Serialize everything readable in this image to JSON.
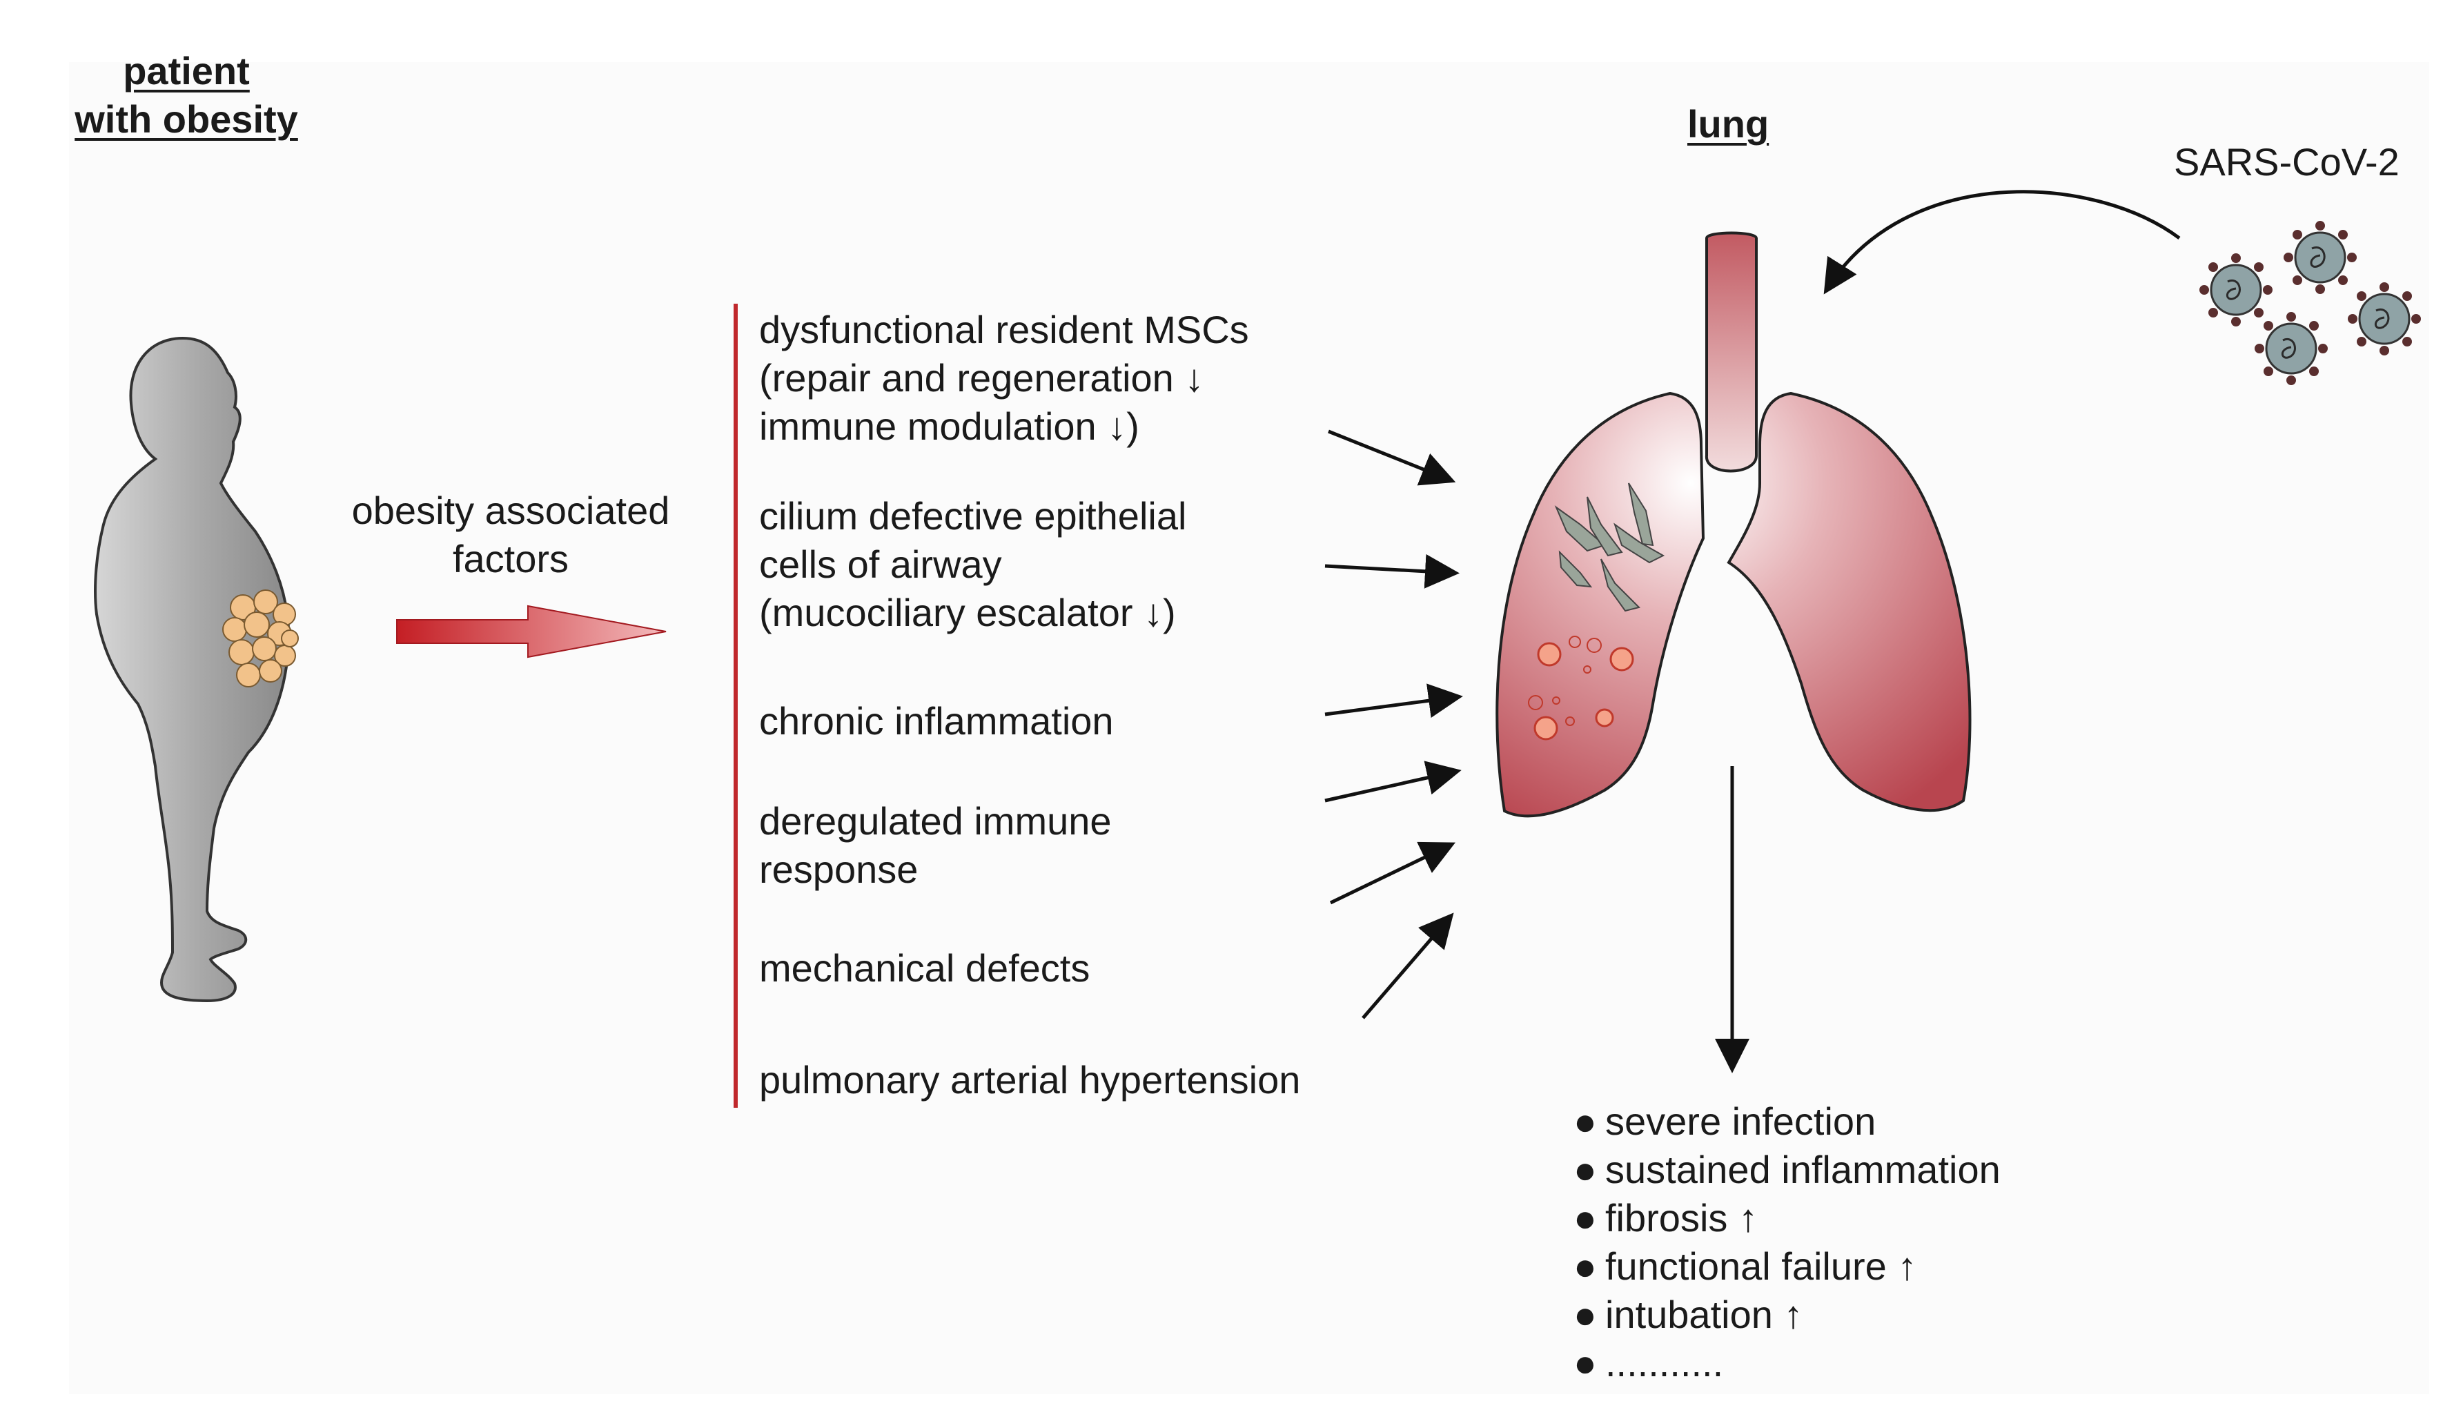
{
  "headers": {
    "patient_line1": "patient",
    "patient_line2": "with obesity",
    "lung": "lung"
  },
  "virus_label": "SARS-CoV-2",
  "obesity_factors": {
    "line1": "obesity associated",
    "line2": "factors"
  },
  "factors": [
    {
      "lines": [
        "dysfunctional resident MSCs",
        "(repair and regeneration ↓",
        "immune modulation ↓)"
      ]
    },
    {
      "lines": [
        "cilium defective epithelial",
        "cells of airway",
        "(mucociliary escalator ↓)"
      ]
    },
    {
      "lines": [
        "chronic inflammation"
      ]
    },
    {
      "lines": [
        "deregulated immune",
        "response"
      ]
    },
    {
      "lines": [
        "mechanical defects"
      ]
    },
    {
      "lines": [
        "pulmonary arterial hypertension"
      ]
    }
  ],
  "outcomes": [
    "severe infection",
    "sustained inflammation",
    "fibrosis ↑",
    "functional failure ↑",
    "intubation ↑",
    "..........."
  ],
  "bullet_symbol": "●",
  "colors": {
    "accent_red": "#c0282c",
    "lung_fill": "#b8454f",
    "body_gray": "#9e9e9e",
    "fat_orange": "#f2c28a",
    "virus_gray": "#8fa3a6"
  }
}
